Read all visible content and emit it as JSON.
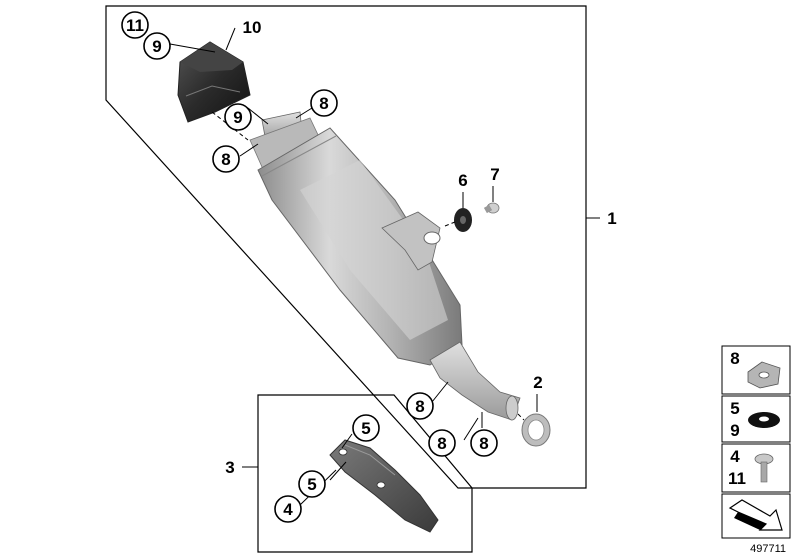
{
  "diagram": {
    "type": "exploded parts diagram",
    "title": "",
    "document_number": "497711",
    "callouts": {
      "c11_top": "11",
      "c9_top": "9",
      "c10": "10",
      "c9_mid": "9",
      "c8_right_top": "8",
      "c8_left_top": "8",
      "c6": "6",
      "c7": "7",
      "c1": "1",
      "c2": "2",
      "c8_low1": "8",
      "c8_low2": "8",
      "c8_low3": "8",
      "c3": "3",
      "c5_a": "5",
      "c5_b": "5",
      "c4": "4"
    },
    "legend": [
      {
        "numbers": [
          "8"
        ],
        "part": "clip-nut"
      },
      {
        "numbers": [
          "5",
          "9"
        ],
        "part": "washer"
      },
      {
        "numbers": [
          "4",
          "11"
        ],
        "part": "screw"
      },
      {
        "numbers": [],
        "part": "arrow"
      }
    ]
  }
}
